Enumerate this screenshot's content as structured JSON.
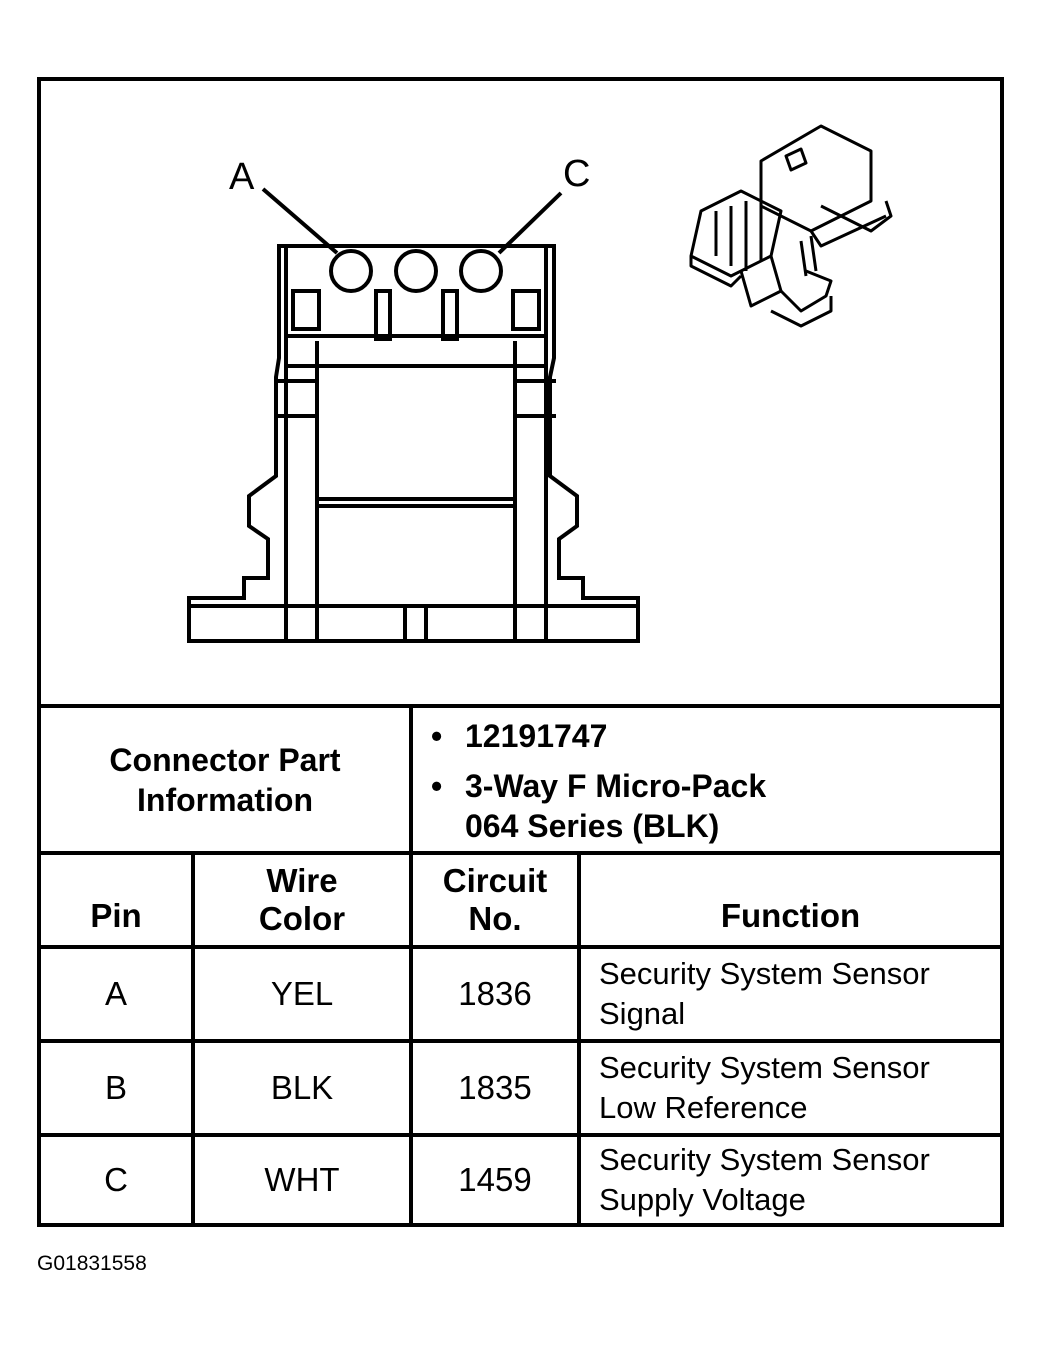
{
  "diagram": {
    "pin_labels": [
      "A",
      "C"
    ]
  },
  "connector_info": {
    "label": "Connector Part Information",
    "items": [
      "12191747",
      "3-Way F Micro-Pack 064 Series (BLK)"
    ]
  },
  "table": {
    "headers": {
      "pin": "Pin",
      "wire_color": "Wire Color",
      "circuit_no": "Circuit No.",
      "function": "Function"
    },
    "rows": [
      {
        "pin": "A",
        "wire_color": "YEL",
        "circuit_no": "1836",
        "function": "Security System Sensor Signal"
      },
      {
        "pin": "B",
        "wire_color": "BLK",
        "circuit_no": "1835",
        "function": "Security System Sensor Low Reference"
      },
      {
        "pin": "C",
        "wire_color": "WHT",
        "circuit_no": "1459",
        "function": "Security System Sensor Supply Voltage"
      }
    ]
  },
  "caption": "G01831558"
}
